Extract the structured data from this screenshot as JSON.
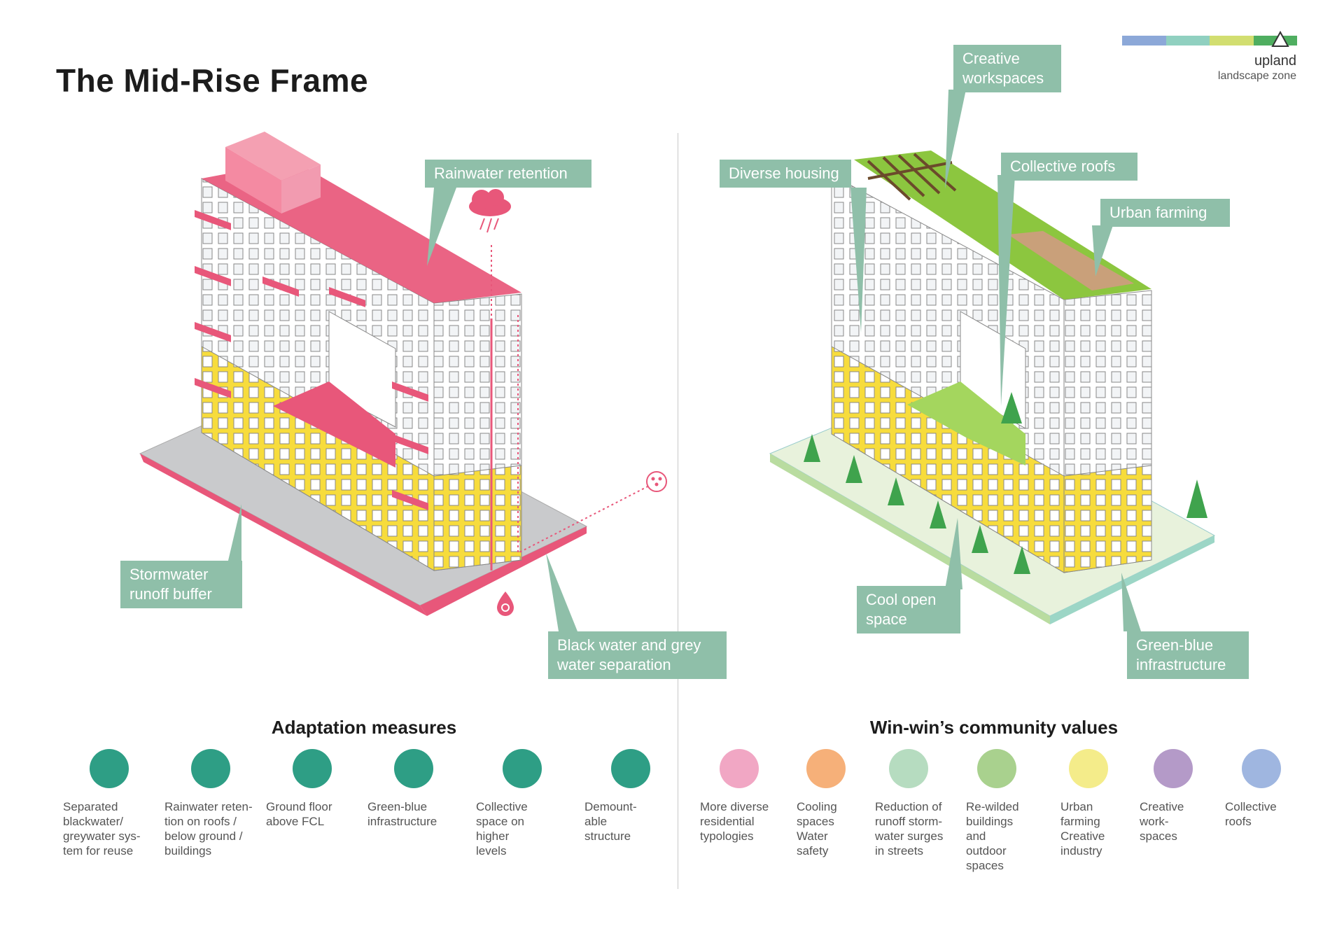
{
  "title": "The Mid-Rise Frame",
  "zone": {
    "name": "upland",
    "subtitle": "landscape zone",
    "colors": [
      "#8ca8d8",
      "#90d0c0",
      "#d2de70",
      "#4fae60"
    ]
  },
  "colors": {
    "callout": "#8fbfa9",
    "pink": "#e8577a",
    "yellow": "#f7dc3c",
    "green": "#8cc63f",
    "teal": "#2e9e85"
  },
  "left_callouts": {
    "rainwater": "Rainwater retention",
    "stormwater": "Stormwater\nrunoff buffer",
    "blackwater": "Black water and grey\nwater separation"
  },
  "right_callouts": {
    "creative": "Creative\nworkspaces",
    "housing": "Diverse housing",
    "collective": "Collective roofs",
    "farming": "Urban farming",
    "cool": "Cool open\nspace",
    "greenblue": "Green-blue\ninfrastructure"
  },
  "adaptation": {
    "title": "Adaptation measures",
    "items": [
      {
        "icon": "separated-water-icon",
        "text": "Separated\nblackwater/\ngreywater sys-\ntem for reuse"
      },
      {
        "icon": "rainwater-retention-icon",
        "text": "Rainwater reten-\ntion on roofs /\nbelow ground /\nbuildings"
      },
      {
        "icon": "raised-ground-floor-icon",
        "text": "Ground floor\nabove FCL"
      },
      {
        "icon": "green-blue-icon",
        "text": "Green-blue\ninfrastructure"
      },
      {
        "icon": "collective-space-icon",
        "text": "Collective\nspace on\nhigher\nlevels"
      },
      {
        "icon": "demountable-icon",
        "text": "Demount-\nable\nstructure"
      }
    ]
  },
  "community": {
    "title": "Win-win’s community values",
    "items": [
      {
        "icon": "diverse-housing-icon",
        "color": "#f1a7c4",
        "text": "More diverse\nresidential\ntypologies"
      },
      {
        "icon": "cooling-heart-icon",
        "color": "#f6b079",
        "text": "Cooling\nspaces\nWater\nsafety"
      },
      {
        "icon": "street-grid-icon",
        "color": "#b6dcc0",
        "text": "Reduction of\nrunoff storm-\nwater surges\nin streets"
      },
      {
        "icon": "rewild-icon",
        "color": "#a9d18e",
        "text": "Re-wilded\nbuildings\nand\noutdoor\nspaces"
      },
      {
        "icon": "urban-farming-icon",
        "color": "#f4ec8a",
        "text": "Urban\nfarming\nCreative\nindustry"
      },
      {
        "icon": "creative-icon",
        "color": "#b49ac8",
        "text": "Creative\nwork-\nspaces"
      },
      {
        "icon": "collective-roofs-icon",
        "color": "#9fb6e0",
        "text": "Collective\nroofs"
      }
    ]
  }
}
